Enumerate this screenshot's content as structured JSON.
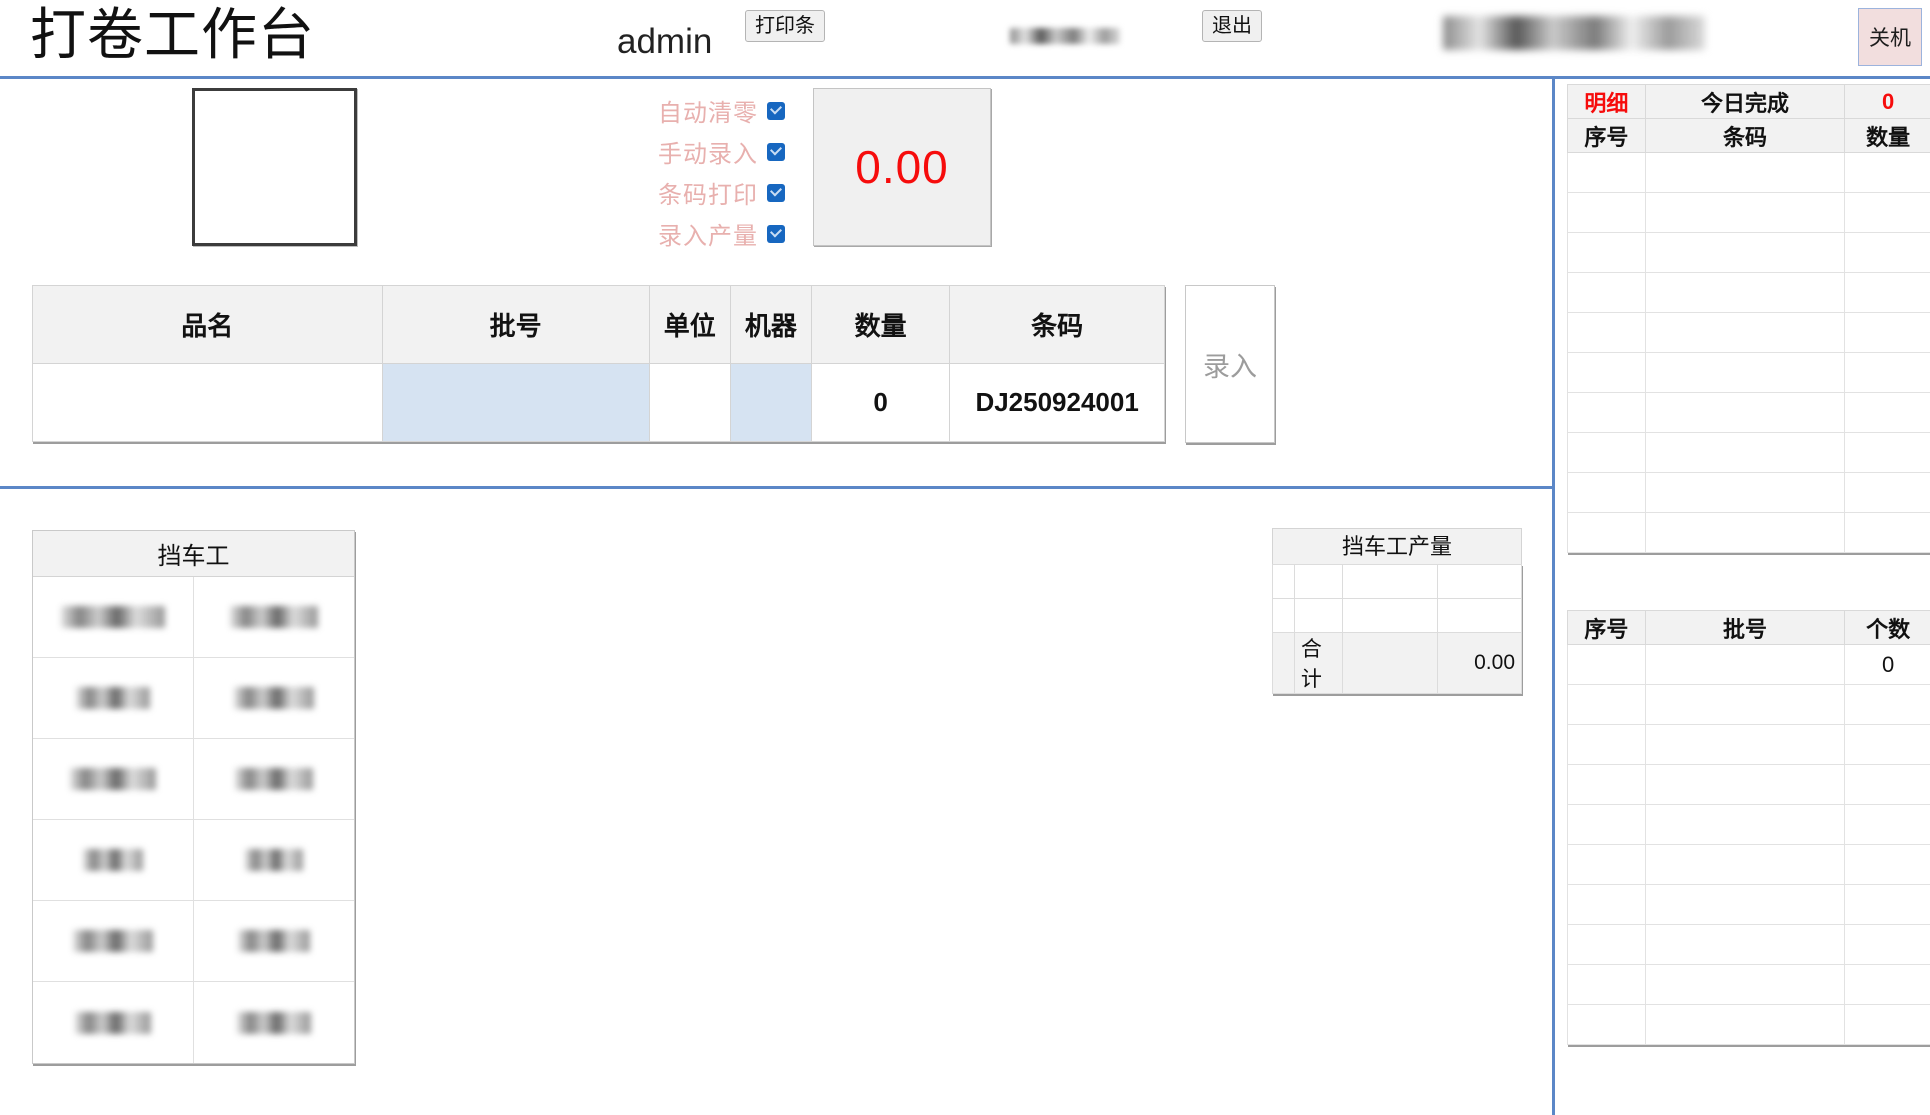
{
  "header": {
    "title": "打卷工作台",
    "user": "admin",
    "print_label": "打印条",
    "exit_label": "退出",
    "shutdown_label": "关机",
    "machine_redacted": "",
    "datetime_redacted": ""
  },
  "options": [
    {
      "label": "自动清零",
      "checked": true
    },
    {
      "label": "手动录入",
      "checked": true
    },
    {
      "label": "条码打印",
      "checked": true
    },
    {
      "label": "录入产量",
      "checked": true
    }
  ],
  "weight": {
    "value": "0.00",
    "color": "#f60c0c"
  },
  "entry": {
    "headers": [
      "品名",
      "批号",
      "单位",
      "机器",
      "数量",
      "条码"
    ],
    "row": {
      "product": "",
      "batch": "",
      "unit": "",
      "machine": "",
      "quantity": "0",
      "barcode": "DJ250924001"
    },
    "submit_label": "录入"
  },
  "worker_panel": {
    "title": "挡车工",
    "names": [
      "",
      "",
      "",
      "",
      "",
      "",
      "",
      "",
      "",
      "",
      "",
      ""
    ]
  },
  "production": {
    "title": "挡车工产量",
    "rows": [
      [
        "",
        "",
        "",
        ""
      ],
      [
        "",
        "",
        "",
        ""
      ]
    ],
    "total_label": "合计",
    "total_value": "0.00"
  },
  "detail_table": {
    "tab_label": "明细",
    "summary_label": "今日完成",
    "summary_value": "0",
    "headers": [
      "序号",
      "条码",
      "数量"
    ],
    "rows": [
      [
        "",
        "",
        ""
      ],
      [
        "",
        "",
        ""
      ],
      [
        "",
        "",
        ""
      ],
      [
        "",
        "",
        ""
      ],
      [
        "",
        "",
        ""
      ],
      [
        "",
        "",
        ""
      ],
      [
        "",
        "",
        ""
      ],
      [
        "",
        "",
        ""
      ],
      [
        "",
        "",
        ""
      ],
      [
        "",
        "",
        ""
      ]
    ]
  },
  "batch_table": {
    "headers": [
      "序号",
      "批号",
      "个数"
    ],
    "rows": [
      [
        "",
        "",
        "0"
      ],
      [
        "",
        "",
        ""
      ],
      [
        "",
        "",
        ""
      ],
      [
        "",
        "",
        ""
      ],
      [
        "",
        "",
        ""
      ],
      [
        "",
        "",
        ""
      ],
      [
        "",
        "",
        ""
      ],
      [
        "",
        "",
        ""
      ],
      [
        "",
        "",
        ""
      ],
      [
        "",
        "",
        ""
      ]
    ]
  }
}
